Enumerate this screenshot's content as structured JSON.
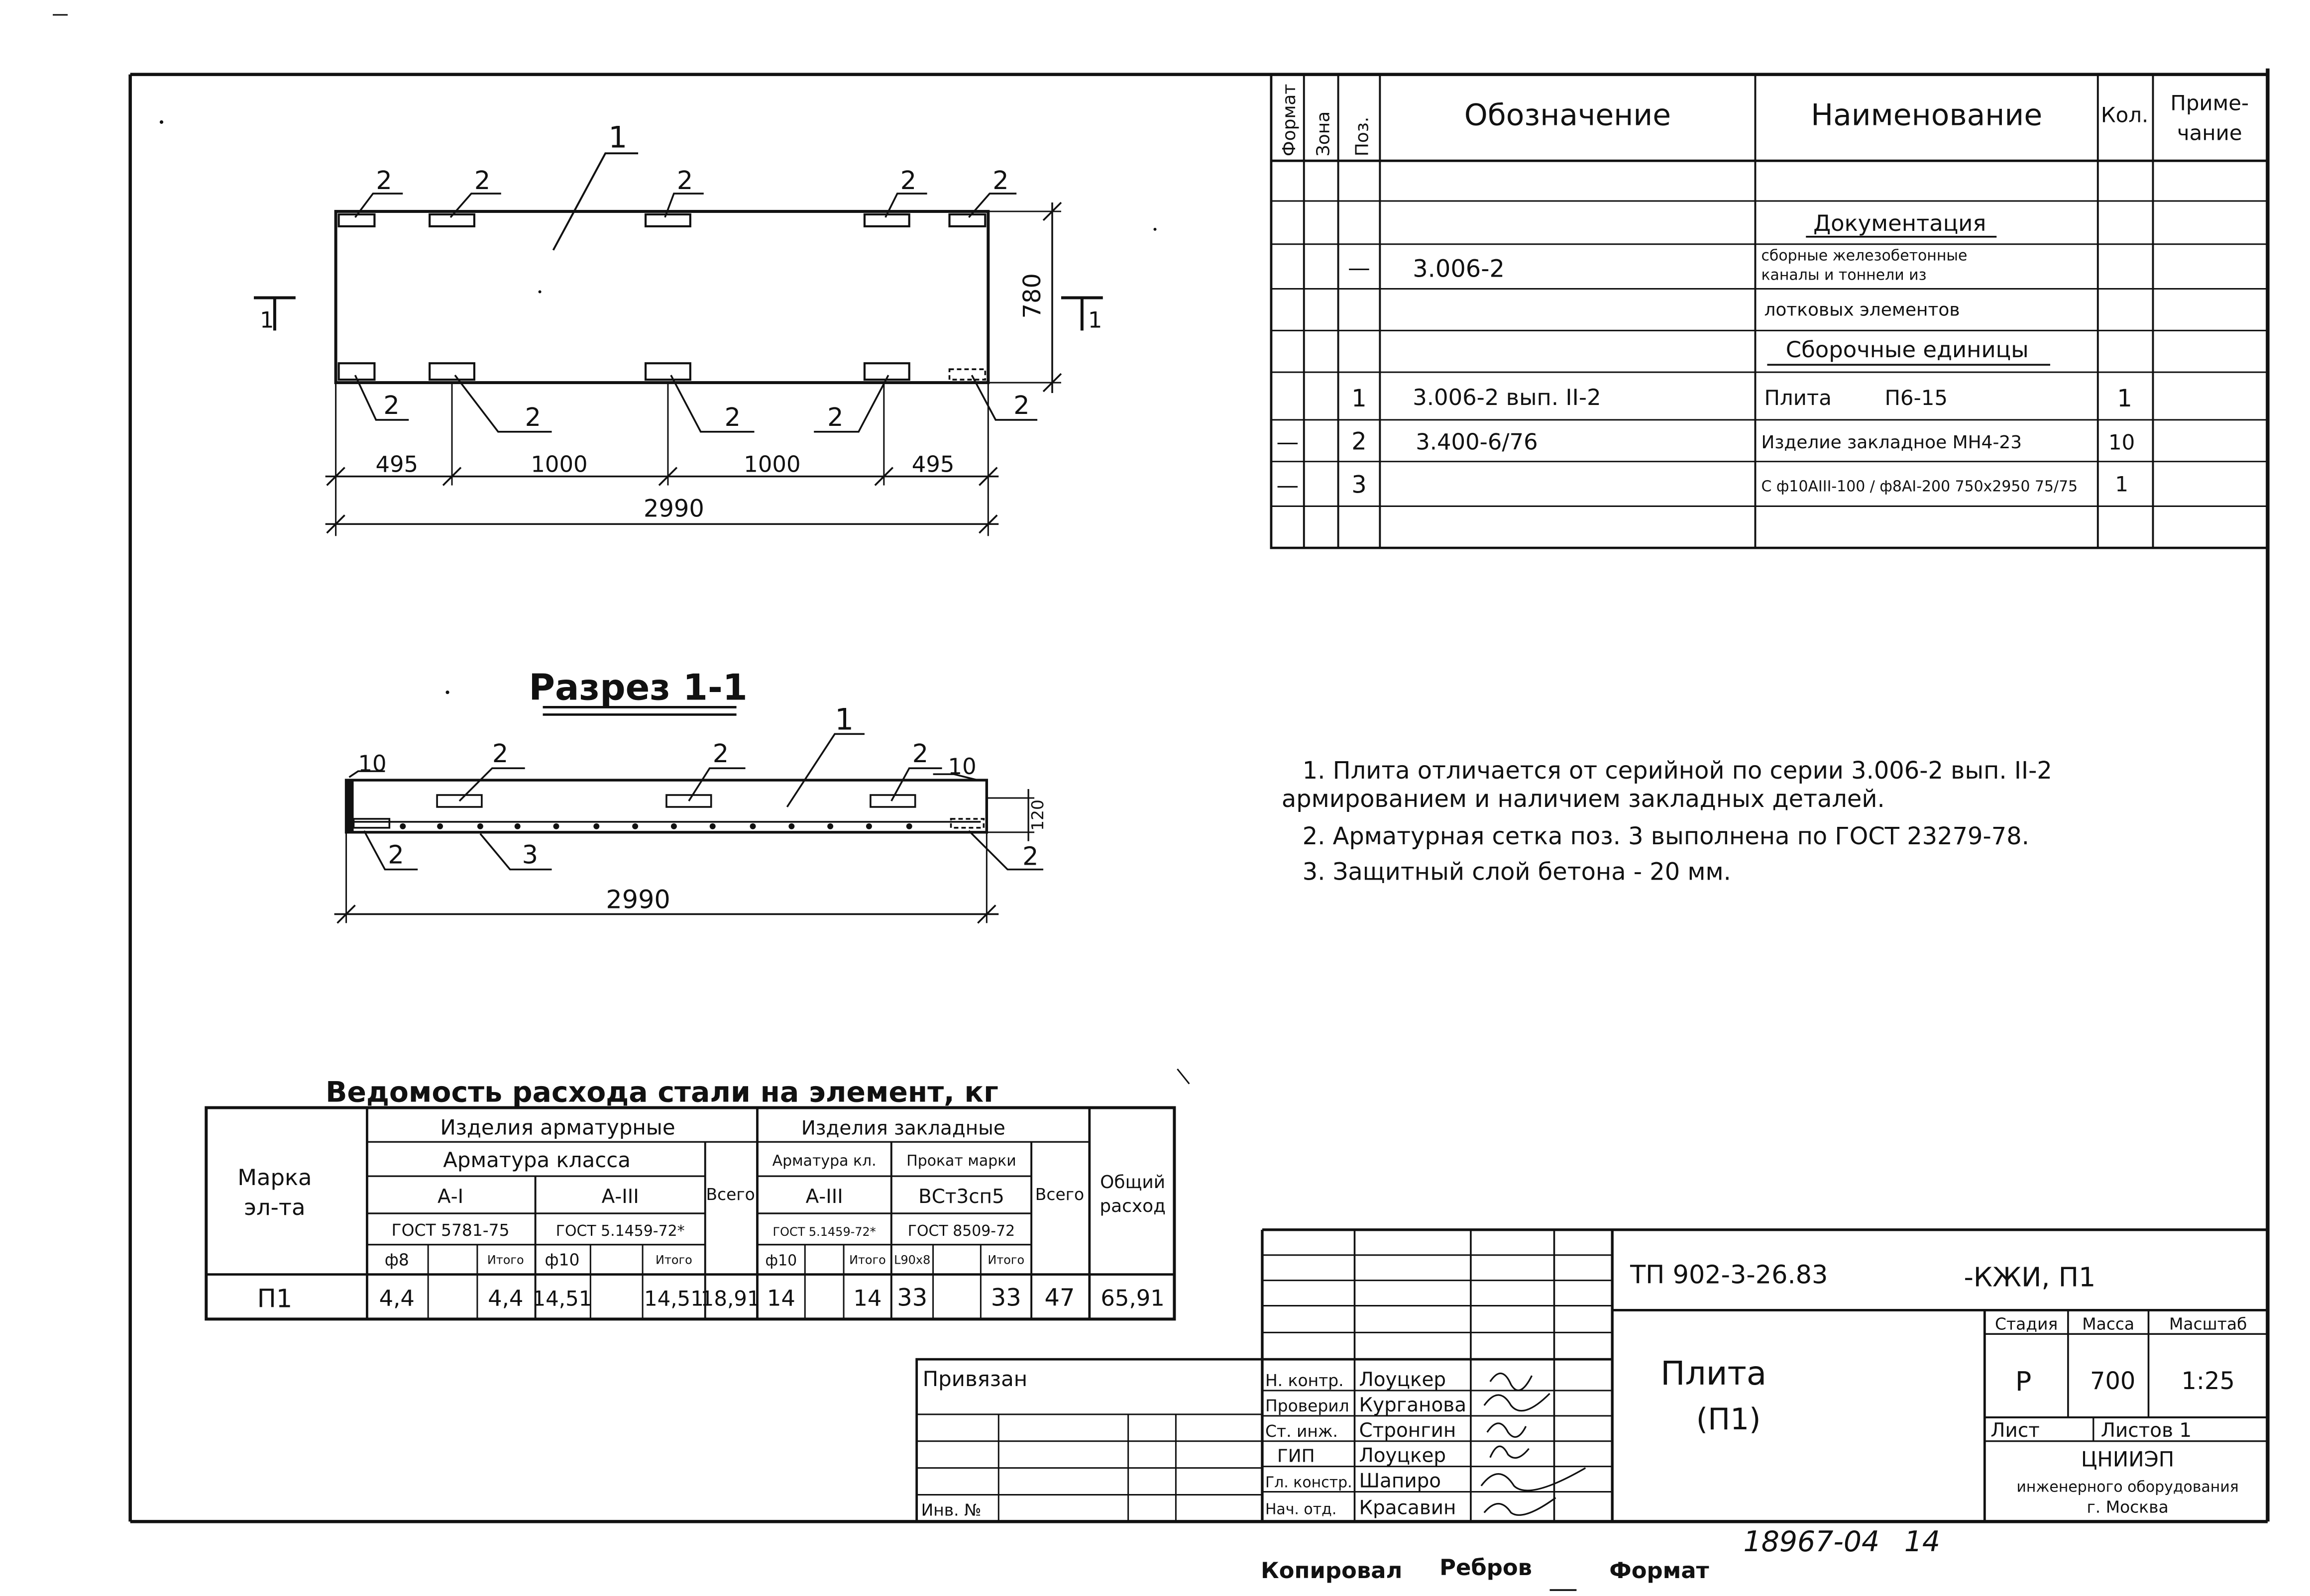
{
  "spec": {
    "headers": [
      "Формат",
      "Зона",
      "Поз.",
      "Обозначение",
      "Наименование",
      "Кол.",
      "Приме-",
      "чание"
    ],
    "section_docs": "Документация",
    "doc_code": "3.006-2",
    "doc_name_l1": "сборные железобетонные",
    "doc_name_l2": "каналы и тоннели из",
    "doc_name_l3": "лотковых элементов",
    "section_units": "Сборочные единицы",
    "rows": [
      {
        "fmt": "",
        "pos": "—",
        "code": "",
        "name": "",
        "qty": ""
      },
      {
        "fmt": "",
        "pos": "1",
        "code": "3.006-2 вып. II-2",
        "name": "Плита        П6-15",
        "qty": "1"
      },
      {
        "fmt": "—",
        "pos": "2",
        "code": "3.400-6/76",
        "name": "Изделие закладное  МН4-23",
        "qty": "10"
      },
      {
        "fmt": "—",
        "pos": "3",
        "code": "",
        "name": "С ф10АIII-100 / ф8АI-200  750х2950 75/75",
        "qty": "1"
      }
    ]
  },
  "plan": {
    "label1": "1",
    "label2": "2",
    "dim_780": "780",
    "section_mark": "1",
    "dims": [
      "495",
      "1000",
      "1000",
      "495"
    ],
    "total": "2990"
  },
  "section": {
    "title": "Разрез 1-1",
    "label1": "1",
    "label2": "2",
    "label3": "3",
    "label10": "10",
    "dim_h": "120",
    "total": "2990"
  },
  "notes": [
    "1. Плита отличается от серийной по серии 3.006-2 вып. II-2",
    "армированием и наличием закладных деталей.",
    "2. Арматурная сетка поз. 3 выполнена по ГОСТ 23279-78.",
    "3. Защитный слой бетона - 20 мм."
  ],
  "steel": {
    "title": "Ведомость расхода стали на элемент, кг",
    "h_mark": "Марка",
    "h_mark2": "эл-та",
    "h_arm": "Изделия арматурные",
    "h_emb": "Изделия закладные",
    "h_class": "Арматура класса",
    "h_emb_class": "Арматура кл.",
    "h_rolled": "Прокат марки",
    "h_ai": "А-I",
    "h_aiii": "А-III",
    "h_aiii2": "А-III",
    "h_vst": "ВСт3сп5",
    "h_gost1": "ГОСТ 5781-75",
    "h_gost2": "ГОСТ 5.1459-72*",
    "h_gost3": "ГОСТ 5.1459-72*",
    "h_gost4": "ГОСТ 8509-72",
    "h_total": "Всего",
    "h_total2": "Всего",
    "h_sum": "Общий",
    "h_sum2": "расход",
    "h_d8": "ф8",
    "h_itog1": "Итого",
    "h_d10": "ф10",
    "h_itog2": "Итого",
    "h_d10b": "ф10",
    "h_itog3": "Итого",
    "h_l90": "L90х8",
    "h_itog4": "Итого",
    "row": [
      "П1",
      "4,4",
      "",
      "4,4",
      "14,51",
      "",
      "14,51",
      "18,91",
      "14",
      "",
      "14",
      "33",
      "",
      "33",
      "47",
      "65,91"
    ]
  },
  "title_block": {
    "code": "ТП 902-3-26.83",
    "suffix": "-КЖИ, П1",
    "bound": "Привязан",
    "inv": "Инв. №",
    "roles": [
      "Н. контр.",
      "Проверил",
      "Ст. инж.",
      "ГИП",
      "Гл. констр.",
      "Нач. отд."
    ],
    "names": [
      "Лоуцкер",
      "Курганова",
      "Стронгин",
      "Лоуцкер",
      "Шапиро",
      "Красавин"
    ],
    "item_name": "Плита",
    "item_code": "(П1)",
    "h_stage": "Стадия",
    "h_mass": "Масса",
    "h_scale": "Масштаб",
    "stage": "Р",
    "mass": "700",
    "scale": "1:25",
    "sheet_label": "Лист",
    "sheets_label": "Листов 1",
    "org1": "ЦНИИЭП",
    "org2": "инженерного оборудования",
    "org3": "г. Москва"
  },
  "footer": {
    "number": "18967-04",
    "page": "14",
    "copied": "Копировал",
    "copier": "Ребров",
    "format": "Формат"
  }
}
